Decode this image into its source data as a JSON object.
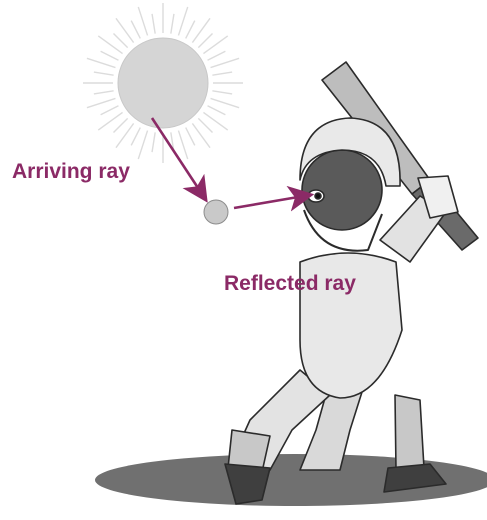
{
  "labels": {
    "arriving": "Arriving ray",
    "reflected": "Reflected ray"
  },
  "colors": {
    "arrow": "#8b2a66",
    "label": "#8b2a66",
    "sun": "#d4d4d4",
    "sun_rays": "#dcdcdc",
    "ground": "#6f6f6f",
    "figure_light": "#e6e6e6",
    "figure_mid": "#bdbdbd",
    "figure_dark": "#4a4a4a",
    "outline": "#2b2b2b"
  },
  "icons": {
    "sun": "sun-icon",
    "ball": "cricket-ball-icon",
    "player": "batsman-figure"
  }
}
